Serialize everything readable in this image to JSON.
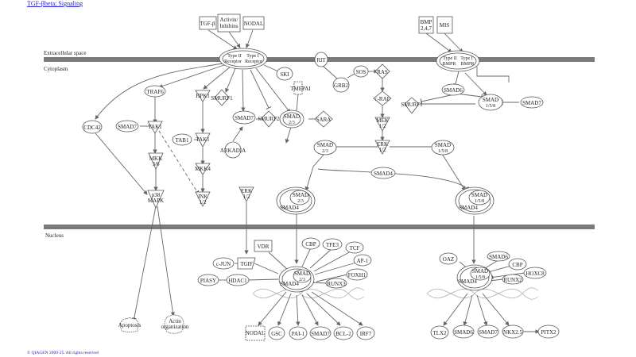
{
  "title": "TGF-βbeta; Signaling",
  "copyright": "© QIAGEN 2000-25. All rights reserved",
  "regions": {
    "extracellular": "Extracellular space",
    "cytoplasm": "Cytoplasm",
    "nucleus": "Nucleus"
  },
  "nodes": {
    "tgfb": "TGF-β",
    "activin": [
      "Activin/",
      "Inhibins"
    ],
    "nodal_top": "NODAL",
    "bmp": [
      "BMP",
      "2,4,7"
    ],
    "mis": "MIS",
    "rec_left": [
      "Type II",
      "Type I",
      "Receptor",
      "Receptor"
    ],
    "rec_right": [
      "Type II",
      "Type I",
      "BMPR",
      "BMPR"
    ],
    "ski": "SKI",
    "rit": "RIT",
    "grb2": "GRB2",
    "sos": "SOS",
    "ras": "RAS",
    "craf": "c-RAF",
    "mek": [
      "MEK",
      "1/2"
    ],
    "erk_mid": [
      "ERK",
      "1/2"
    ],
    "smad6_top": "SMAD6",
    "smurf1_right": "SMURF1",
    "smad158_top": [
      "SMAD",
      "1/5/8"
    ],
    "smad7_right": "SMAD7",
    "traf6": "TRAF6",
    "hpk1": "HPK1",
    "smurf1": "SMURF1",
    "tmepai": "TMEPAI",
    "smad7_mid": "SMAD7",
    "smurf2": "SMURF2",
    "smad23_mid": [
      "SMAD",
      "2/3"
    ],
    "sara": "SARA",
    "cdc42": "CDC42",
    "smad7_left": "SMAD7",
    "tak1_a": "TAK1",
    "tab1": "TAB1",
    "tak1_b": "TAK1",
    "arkadia": "ARKADIA",
    "mkk36": [
      "MKK",
      "3/6"
    ],
    "mkk4": "MKK4",
    "p38": [
      "p38",
      "MAPK"
    ],
    "jnk": [
      "JNK",
      "1/2"
    ],
    "erk_left": [
      "ERK",
      "1/2"
    ],
    "smad23_c": [
      "SMAD",
      "2/3"
    ],
    "smad158_c": [
      "SMAD",
      "1/5/8"
    ],
    "smad4_mid": "SMAD4",
    "cpx_l_smad": [
      "SMAD",
      "2/3"
    ],
    "cpx_l_smad4": "SMAD4",
    "cpx_r_smad": [
      "SMAD",
      "1/5/8"
    ],
    "cpx_r_smad4": "SMAD4",
    "vdr": "VDR",
    "cbp": "CBP",
    "tfe3": "TFE3",
    "tcf": "TCF",
    "ap1": "AP-1",
    "cjun": "c-JUN",
    "tgif": "TGIF",
    "foxh1": "FOXH1",
    "piasy": "PIASY",
    "hdac1": "HDAC1",
    "runx3": "RUNX3",
    "n_smad23": [
      "SMAD",
      "2/3"
    ],
    "n_smad4_l": "SMAD4",
    "oaz": "OAZ",
    "smad6_n": "SMAD6",
    "cbp_r": "CBP",
    "hoxc8": "HOXC8",
    "runx2": "RUNX2",
    "n_smad158": [
      "SMAD",
      "1/5/8"
    ],
    "n_smad4_r": "SMAD4",
    "apoptosis": "Apoptosis",
    "actin": [
      "Actin",
      "organization"
    ],
    "nodal_out": "NODAL",
    "gsc": "GSC",
    "pai1": "PAI-1",
    "smad7_out": "SMAD7",
    "bcl2": "BCL-2",
    "irf7": "IRF7",
    "tlx2": "TLX2",
    "smad6_out": "SMAD6",
    "smad7_out_r": "SMAD7",
    "nkx25": "NKX2.5",
    "pitx2": "PITX2"
  },
  "colors": {
    "membrane": "#7a7a7a",
    "link": "#2222cc"
  }
}
